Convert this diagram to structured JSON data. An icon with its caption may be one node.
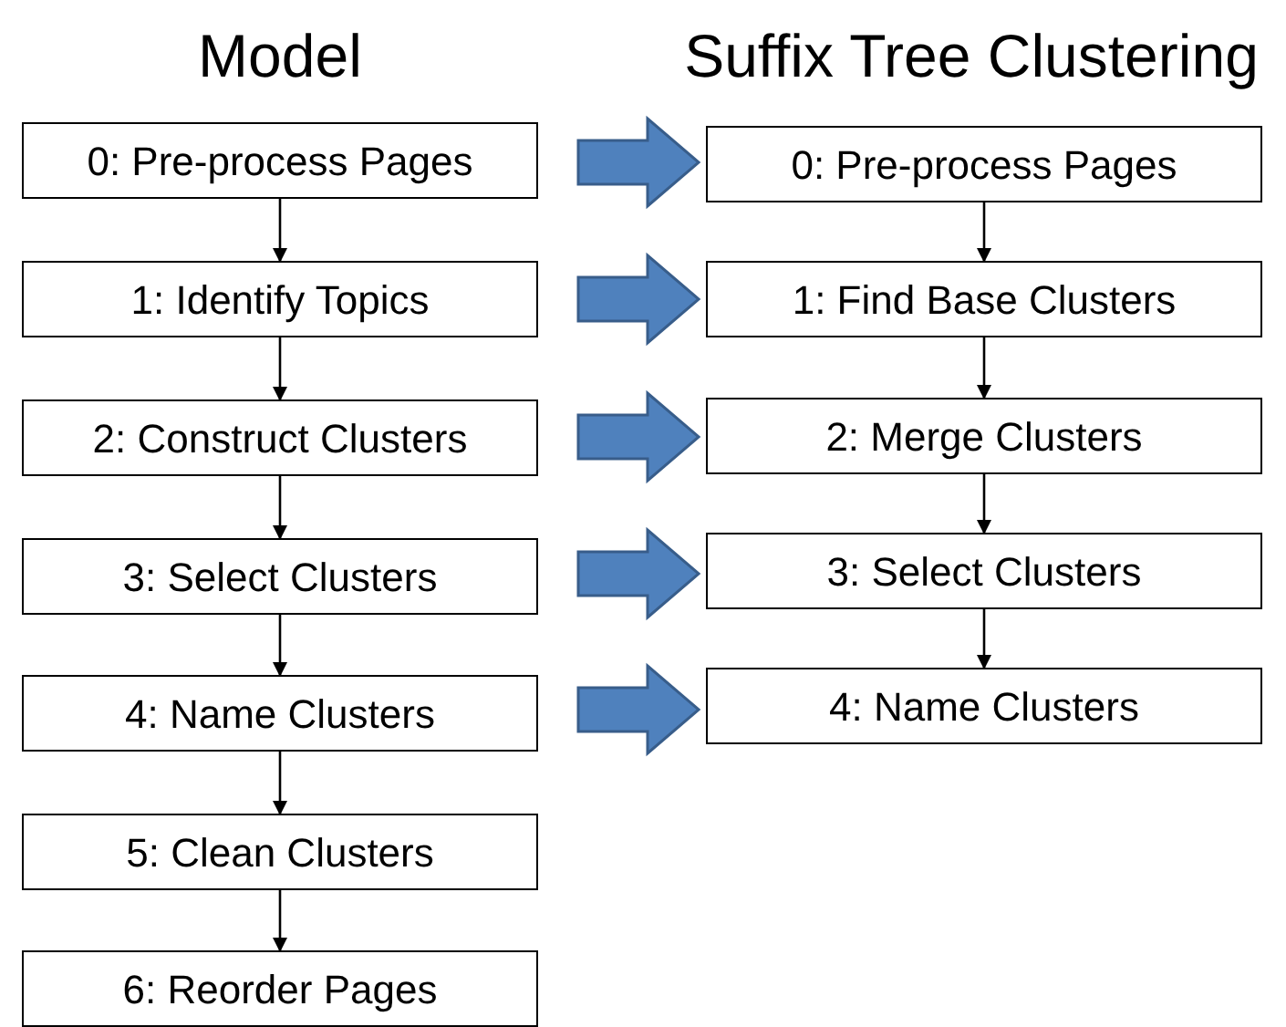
{
  "diagram": {
    "nodes": [
      {
        "text": [
          "0: Pre-process Pages"
        ]
      },
      {
        "text": [
          "1: Identify Topics"
        ]
      },
      {
        "text": [
          "2: Construct Clusters"
        ]
      },
      {
        "text": [
          "3: Select Clusters"
        ]
      },
      {
        "text": [
          "4: Name Clusters"
        ]
      },
      {
        "text": [
          "5: Clean Clusters"
        ]
      },
      {
        "text": [
          "6: Reorder Pages"
        ]
      },
      {
        "text": [
          "0: Pre-process Pages"
        ]
      },
      {
        "text": [
          "1: Find Base Clusters"
        ]
      },
      {
        "text": [
          "2: Merge Clusters"
        ]
      },
      {
        "text": [
          "3: Select Clusters"
        ]
      },
      {
        "text": [
          "4: Name Clusters"
        ]
      }
    ],
    "edges": [
      {
        "from": 0,
        "to": 1,
        "arrow": "to"
      },
      {
        "from": 1,
        "to": 2,
        "arrow": "to"
      },
      {
        "from": 2,
        "to": 3,
        "arrow": "to"
      },
      {
        "from": 3,
        "to": 4,
        "arrow": "to"
      },
      {
        "from": 4,
        "to": 5,
        "arrow": "to"
      },
      {
        "from": 5,
        "to": 6,
        "arrow": "to"
      },
      {
        "from": 7,
        "to": 8,
        "arrow": "to"
      },
      {
        "from": 8,
        "to": 9,
        "arrow": "to"
      },
      {
        "from": 9,
        "to": 10,
        "arrow": "to"
      },
      {
        "from": 10,
        "to": 11,
        "arrow": "to"
      },
      {
        "from": 0,
        "to": 7,
        "arrow": "to",
        "style": "thick",
        "color": "#4f81bd"
      },
      {
        "from": 1,
        "to": 8,
        "arrow": "to",
        "style": "thick",
        "color": "#4f81bd"
      },
      {
        "from": 2,
        "to": 9,
        "arrow": "to",
        "style": "thick",
        "color": "#4f81bd"
      },
      {
        "from": 3,
        "to": 10,
        "arrow": "to",
        "style": "thick",
        "color": "#4f81bd"
      },
      {
        "from": 4,
        "to": 11,
        "arrow": "to",
        "style": "thick",
        "color": "#4f81bd"
      }
    ],
    "labels": [
      "Model",
      "Suffix Tree Clustering"
    ]
  }
}
